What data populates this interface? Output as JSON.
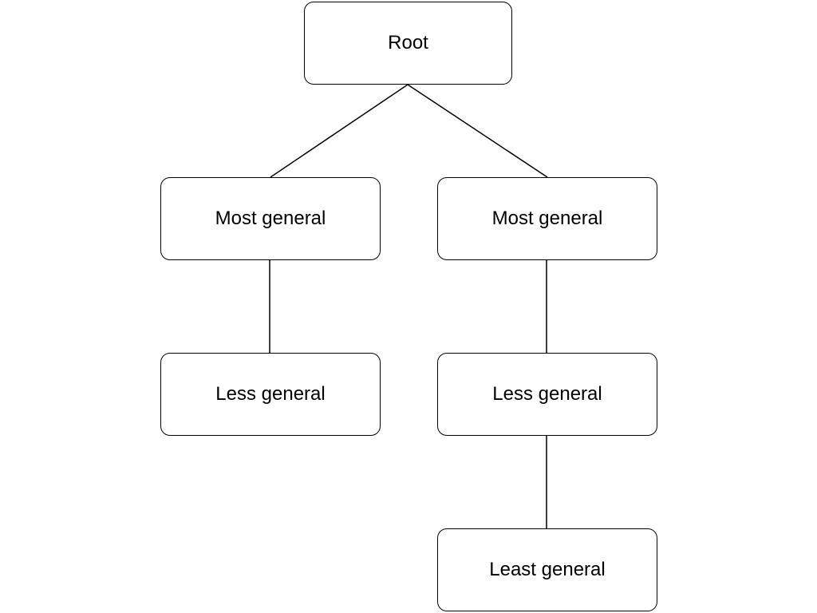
{
  "diagram": {
    "nodes": {
      "root": "Root",
      "general_left": "Most general",
      "general_right": "Most general",
      "less_left": "Less general",
      "less_right": "Less general",
      "least": "Least general"
    },
    "edges": [
      [
        "root",
        "general_left"
      ],
      [
        "root",
        "general_right"
      ],
      [
        "general_left",
        "less_left"
      ],
      [
        "general_right",
        "less_right"
      ],
      [
        "less_right",
        "least"
      ]
    ],
    "colors": {
      "stroke": "#000000",
      "fill": "#ffffff",
      "text": "#000000"
    }
  }
}
